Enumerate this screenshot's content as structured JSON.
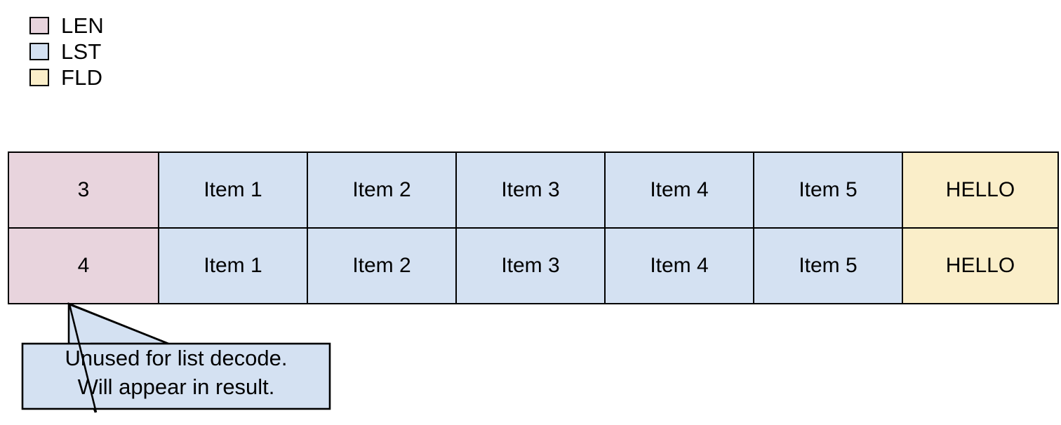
{
  "legend": {
    "items": [
      {
        "label": "LEN",
        "color": "#e8d4dd",
        "icon": "color-swatch"
      },
      {
        "label": "LST",
        "color": "#d4e1f2",
        "icon": "color-swatch"
      },
      {
        "label": "FLD",
        "color": "#faeec9",
        "icon": "color-swatch"
      }
    ]
  },
  "table": {
    "columns": [
      {
        "key": "len",
        "type": "LEN"
      },
      {
        "key": "lst1",
        "type": "LST"
      },
      {
        "key": "lst2",
        "type": "LST"
      },
      {
        "key": "lst3",
        "type": "LST"
      },
      {
        "key": "lst4",
        "type": "LST"
      },
      {
        "key": "lst5",
        "type": "LST"
      },
      {
        "key": "fld",
        "type": "FLD"
      }
    ],
    "rows": [
      {
        "cells": [
          "3",
          "Item 1",
          "Item 2",
          "Item 3",
          "Item 4",
          "Item 5",
          "HELLO"
        ]
      },
      {
        "cells": [
          "4",
          "Item 1",
          "Item 2",
          "Item 3",
          "Item 4",
          "Item 5",
          "HELLO"
        ]
      }
    ]
  },
  "callout": {
    "line1": "Unused for list decode.",
    "line2": "Will appear in result.",
    "fill": "#d4e1f2",
    "stroke": "#000000"
  }
}
